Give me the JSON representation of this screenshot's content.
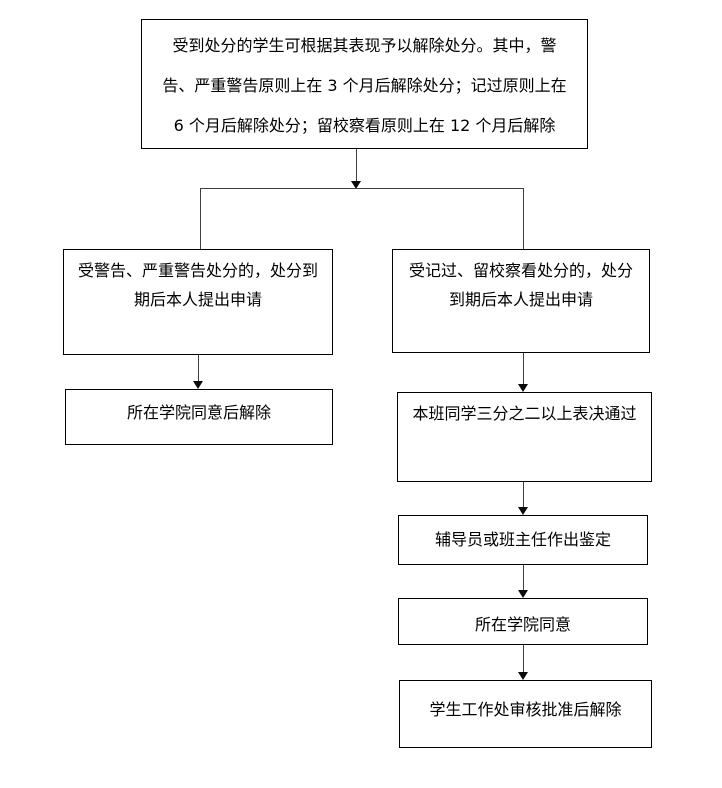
{
  "diagram": {
    "type": "flowchart",
    "colors": {
      "background": "#ffffff",
      "node_fill": "#ffffff",
      "node_border": "#000000",
      "connector": "#3f3f3f",
      "arrow": "#0a0a0a",
      "text": "#000000"
    },
    "nodes": {
      "start": {
        "text": "受到处分的学生可根据其表现予以解除处分。其中，警告、严重警告原则上在 3 个月后解除处分；记过原则上在 6 个月后解除处分；留校察看原则上在 12 个月后解除"
      },
      "left_apply": {
        "text": "受警告、严重警告处分的，处分到期后本人提出申请"
      },
      "left_approve": {
        "text": "所在学院同意后解除"
      },
      "right_apply": {
        "text": "受记过、留校察看处分的，处分到期后本人提出申请"
      },
      "right_vote": {
        "text": "本班同学三分之二以上表决通过"
      },
      "right_appraisal": {
        "text": "辅导员或班主任作出鉴定"
      },
      "right_college": {
        "text": "所在学院同意"
      },
      "right_final": {
        "text": "学生工作处审核批准后解除"
      }
    },
    "edges": [
      {
        "from": "start",
        "to": "left_apply"
      },
      {
        "from": "start",
        "to": "right_apply"
      },
      {
        "from": "left_apply",
        "to": "left_approve"
      },
      {
        "from": "right_apply",
        "to": "right_vote"
      },
      {
        "from": "right_vote",
        "to": "right_appraisal"
      },
      {
        "from": "right_appraisal",
        "to": "right_college"
      },
      {
        "from": "right_college",
        "to": "right_final"
      }
    ]
  }
}
